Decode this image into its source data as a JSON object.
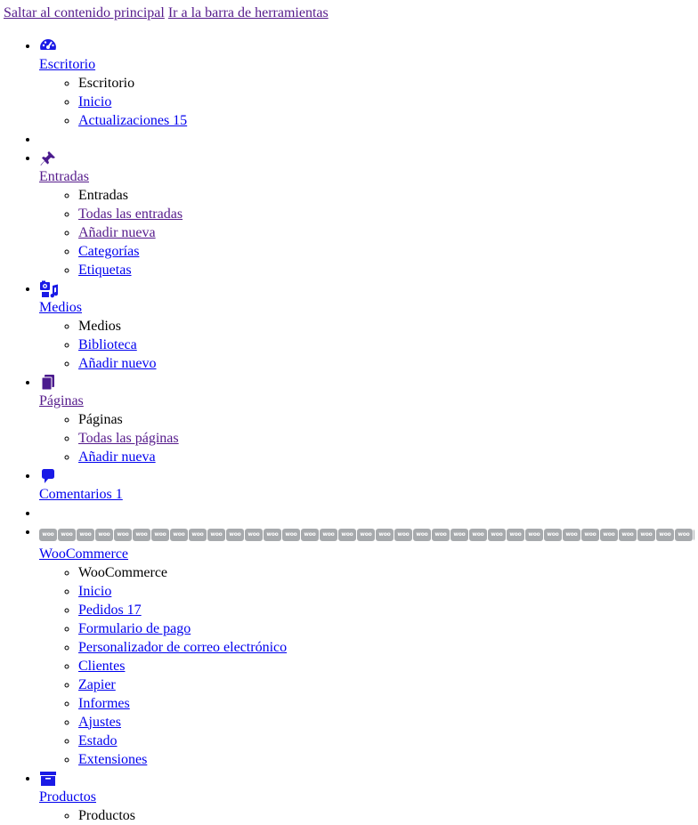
{
  "skip_links": {
    "main_content": "Saltar al contenido principal",
    "toolbar": "Ir a la barra de herramientas"
  },
  "colors": {
    "link": "#0000ee",
    "visited": "#551a8b",
    "icon_blue": "#1a1ae6",
    "icon_purple": "#4b1b8e",
    "woo_chip": "#a7aaad"
  },
  "menu": {
    "dashboard": {
      "icon": "dashboard-icon",
      "label": "Escritorio",
      "sub": [
        "Escritorio",
        "Inicio",
        "Actualizaciones 15"
      ]
    },
    "posts": {
      "icon": "pushpin-icon",
      "label": "Entradas",
      "sub": [
        "Entradas",
        "Todas las entradas",
        "Añadir nueva",
        "Categorías",
        "Etiquetas"
      ]
    },
    "media": {
      "icon": "media-icon",
      "label": "Medios",
      "sub": [
        "Medios",
        "Biblioteca",
        "Añadir nuevo"
      ]
    },
    "pages": {
      "icon": "pages-icon",
      "label": "Páginas",
      "sub": [
        "Páginas",
        "Todas las páginas",
        "Añadir nueva"
      ]
    },
    "comments": {
      "icon": "comment-icon",
      "label": "Comentarios 1"
    },
    "woocommerce": {
      "icon": "woocommerce-icon",
      "chip_text": "woo",
      "label": "WooCommerce",
      "sub": [
        "WooCommerce",
        "Inicio",
        "Pedidos 17",
        "Formulario de pago",
        "Personalizador de correo electrónico",
        "Clientes",
        "Zapier",
        "Informes",
        "Ajustes",
        "Estado",
        "Extensiones"
      ]
    },
    "products": {
      "icon": "archive-icon",
      "label": "Productos",
      "sub": [
        "Productos"
      ]
    }
  }
}
